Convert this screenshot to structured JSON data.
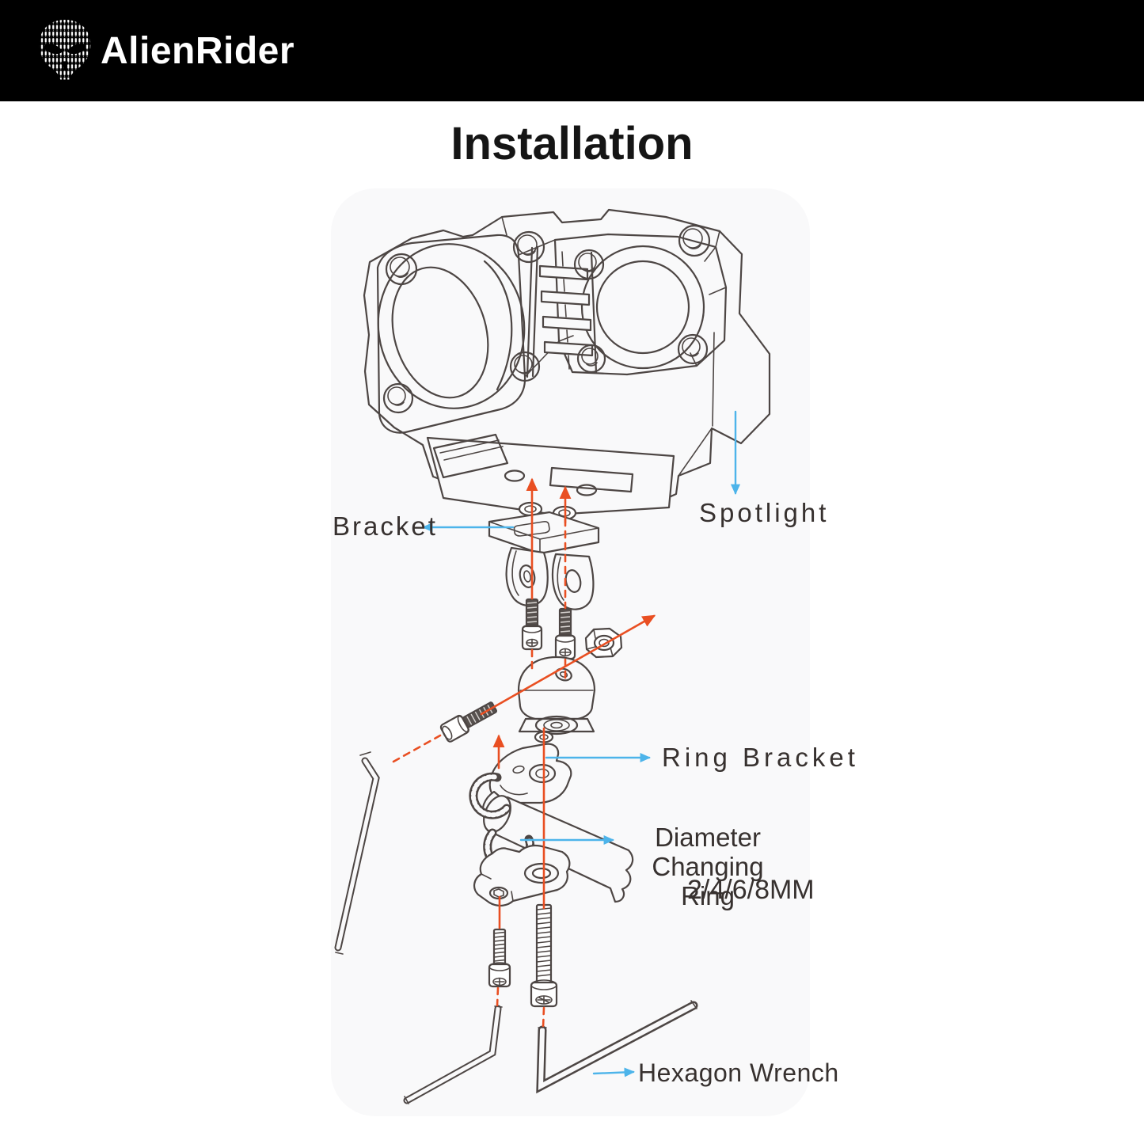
{
  "header": {
    "brand": "AlienRider",
    "logo_icon": "alien-circuit-skull"
  },
  "title": "Installation",
  "diagram": {
    "labels": {
      "spotlight": "Spotlight",
      "bracket": "Bracket",
      "ring_bracket": "Ring Bracket",
      "diameter_changing_ring_line1": "Diameter Changing",
      "diameter_changing_ring_line2": "Ring",
      "ring_sizes": "2/4/6/8MM",
      "hexagon_wrench": "Hexagon Wrench"
    },
    "parts": [
      "Spotlight",
      "Bracket",
      "Ring Bracket",
      "Diameter Changing Ring",
      "Hexagon Wrench"
    ],
    "colors": {
      "header_bg": "#000000",
      "brand_text": "#ffffff",
      "panel_bg": "#f9f9fa",
      "line_art": "#4d4644",
      "label_text": "#37312f",
      "assembly_arrow": "#e94f22",
      "callout_arrow": "#4db4ea"
    }
  }
}
